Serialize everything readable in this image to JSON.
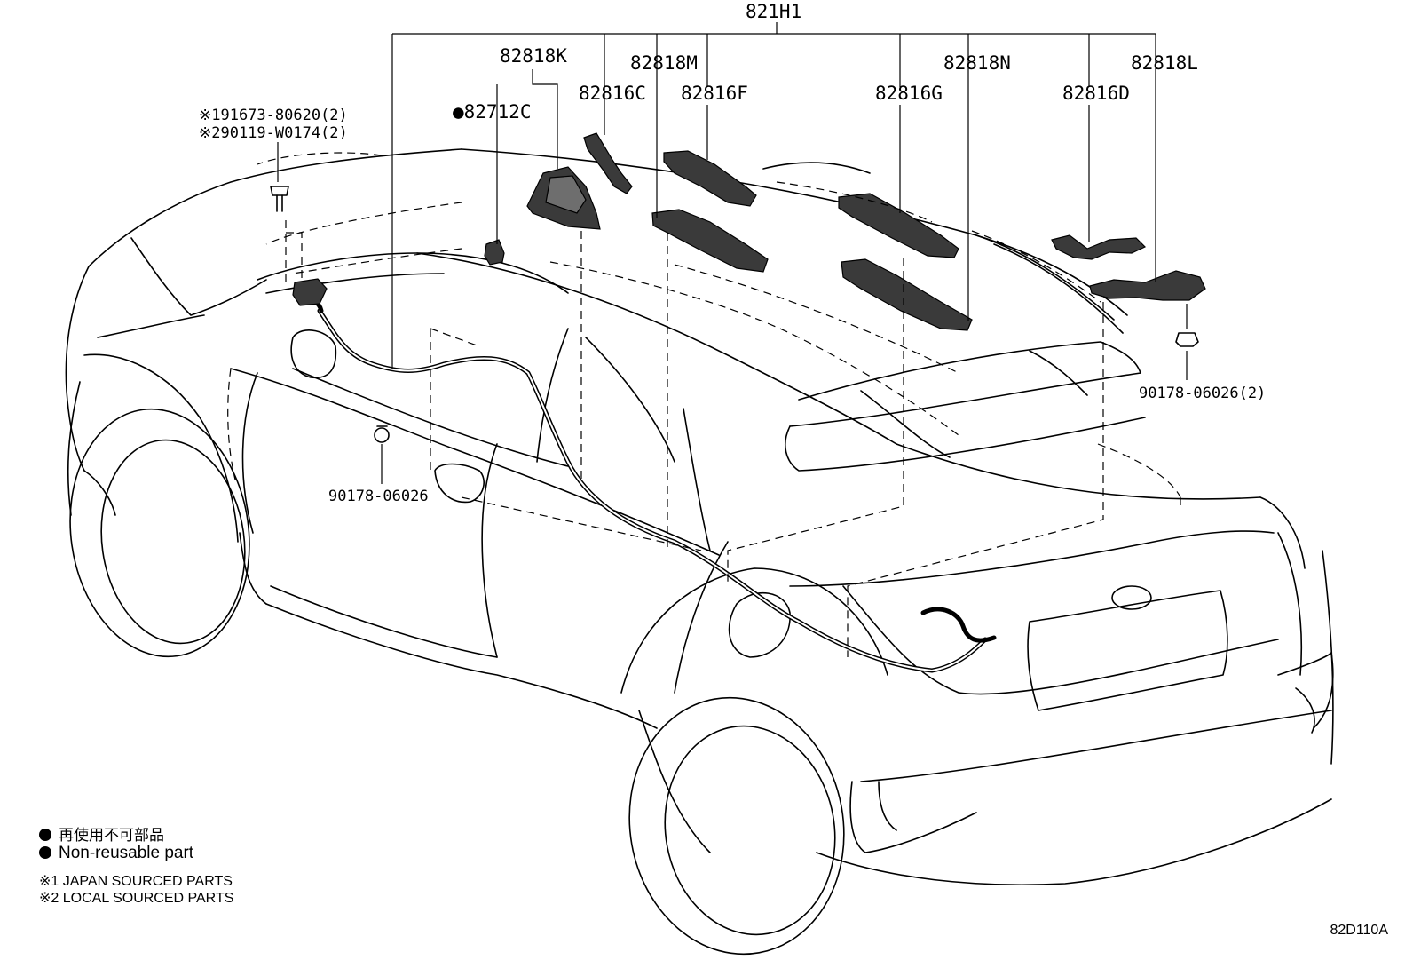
{
  "parts": {
    "assembly": "821H1",
    "k": "82818K",
    "m": "82818M",
    "n": "82818N",
    "l": "82818L",
    "c": "82816C",
    "f": "82816F",
    "g": "82816G",
    "d": "82816D",
    "connector": "●82712C",
    "bolt_note_1": "※191673-80620(2)",
    "bolt_note_2": "※290119-W0174(2)",
    "clip_right": "90178-06026(2)",
    "clip_left": "90178-06026"
  },
  "legend": {
    "cjk": "再使用不可部品",
    "non_reusable": "Non-reusable part",
    "note1": "※1 JAPAN SOURCED PARTS",
    "note2": "※2 LOCAL SOURCED PARTS"
  },
  "figure_code": "82D110A"
}
